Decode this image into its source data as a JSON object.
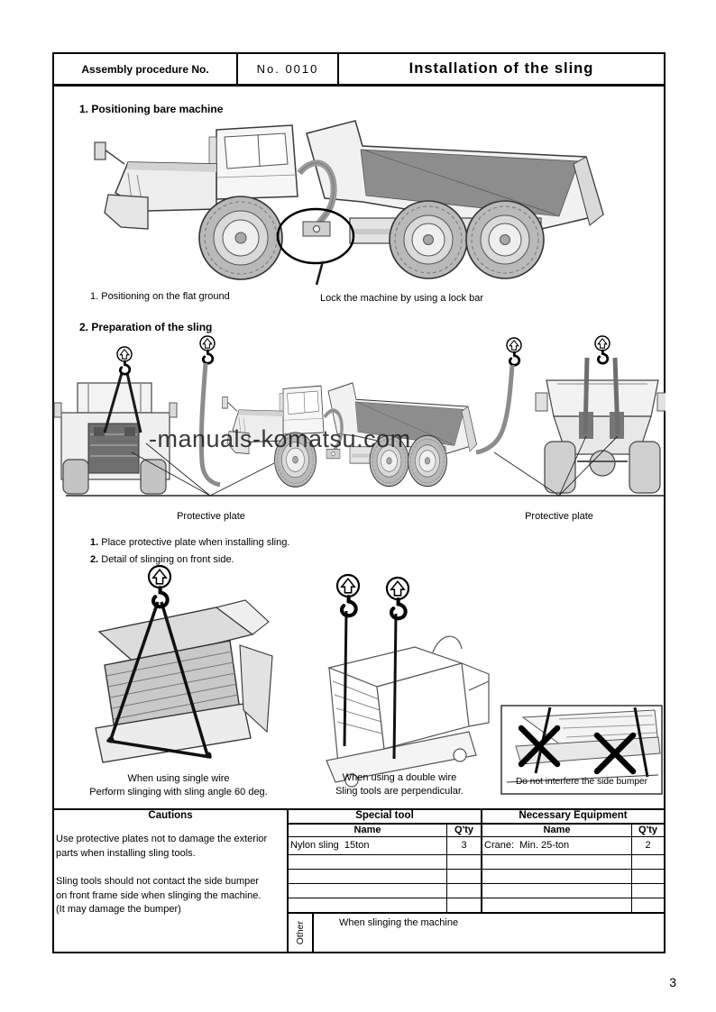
{
  "page": {
    "number": "3"
  },
  "header": {
    "col1": "Assembly procedure No.",
    "col2": "No. 0010",
    "col3": "Installation of the sling"
  },
  "section1": {
    "title": "1. Positioning bare machine",
    "caption_ground": "1. Positioning on the flat ground",
    "caption_lock": "Lock the machine by using a lock bar"
  },
  "section2": {
    "title": "2. Preparation of the sling",
    "watermark": "-manuals-komatsu.com",
    "label_left": "Protective plate",
    "label_right": "Protective plate",
    "note1_num": "1.",
    "note1_text": "Place protective plate when installing sling.",
    "note2_num": "2.",
    "note2_text": "Detail of slinging on front side."
  },
  "section3": {
    "caption_single": "When using single wire\nPerform slinging with sling angle 60 deg.",
    "caption_double": "When using a double wire\nSling tools are perpendicular.",
    "warning_box": "Do not interfere the side bumper"
  },
  "bottom_table": {
    "cautions": {
      "header": "Cautions",
      "paragraph1": "Use protective plates not to damage the exterior\nparts when installing sling tools.",
      "paragraph2": "Sling tools should not contact the side bumper\non front frame side when slinging the machine.\n(It may damage the bumper)"
    },
    "special_tool": {
      "header": "Special tool",
      "name_col": "Name",
      "qty_col": "Q'ty",
      "rows": [
        {
          "name": "Nylon sling  15ton",
          "qty": "3"
        }
      ]
    },
    "necessary_equipment": {
      "header": "Necessary Equipment",
      "name_col": "Name",
      "qty_col": "Q'ty",
      "rows": [
        {
          "name": "Crane:  Min. 25-ton",
          "qty": "2"
        }
      ]
    },
    "other": {
      "label": "Other",
      "content": "When slinging the machine"
    }
  }
}
